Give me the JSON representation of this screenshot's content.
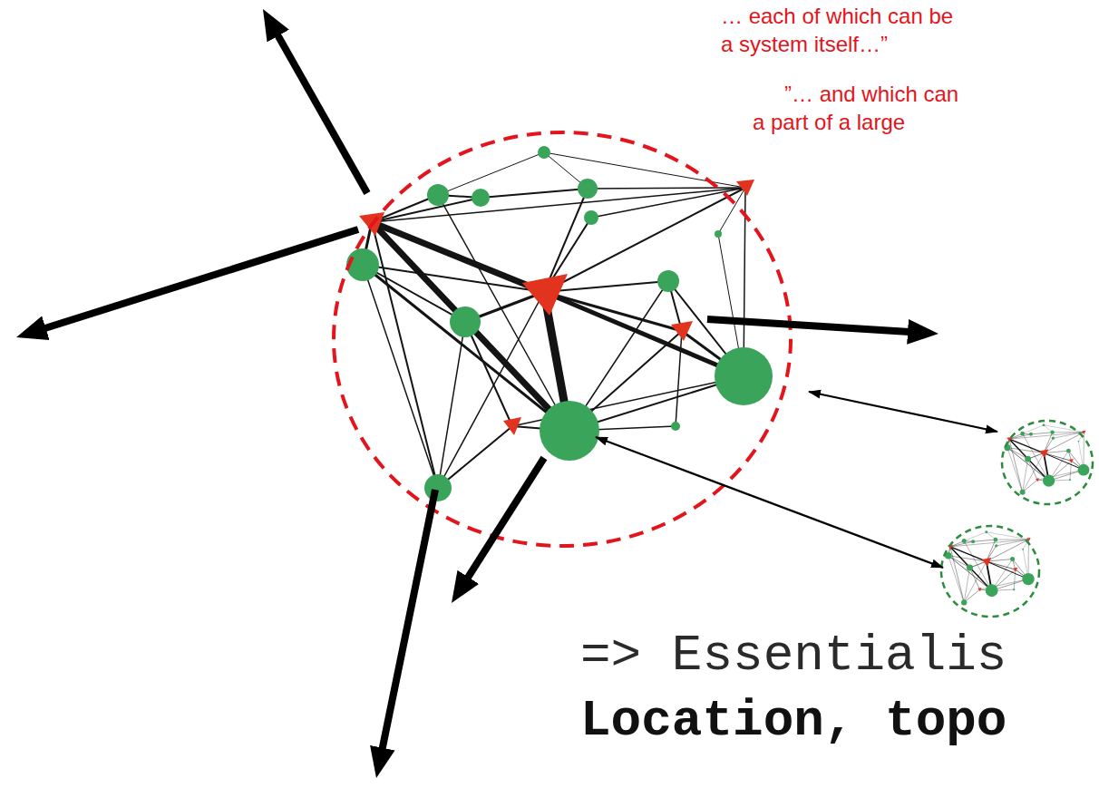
{
  "diagram": {
    "labels": [
      "… each of which can be a system itself…”",
      "”… and which can a part of a large",
      "=> Essentialis",
      "Location, topo"
    ]
  }
}
